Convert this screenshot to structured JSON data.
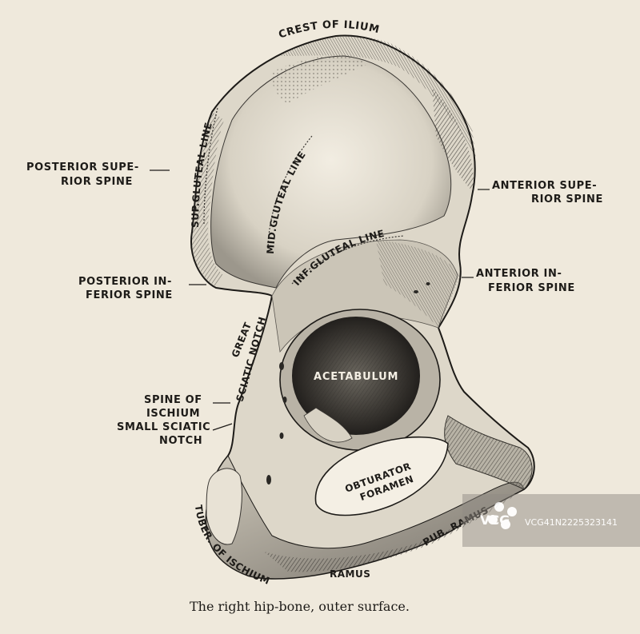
{
  "labels": {
    "crest_of_ilium": "CREST OF ILIUM",
    "sup_gluteal_line": "SUP.GLUTEAL LINE",
    "mid_gluteal_line": "MID.GLUTEAL LINE",
    "inf_gluteal_line": "INF.GLUTEAL LINE",
    "posterior_superior_spine": [
      "POSTERIOR SUPE-",
      "RIOR SPINE"
    ],
    "anterior_superior_spine": [
      "ANTERIOR SUPE-",
      "RIOR SPINE"
    ],
    "posterior_inferior_spine": [
      "POSTERIOR IN-",
      "FERIOR SPINE"
    ],
    "anterior_inferior_spine": [
      "ANTERIOR IN-",
      "FERIOR SPINE"
    ],
    "great_sciatic_notch": [
      "GREAT",
      "SCIATIC NOTCH"
    ],
    "spine_of_ischium": [
      "SPINE OF",
      "ISCHIUM"
    ],
    "small_sciatic_notch": [
      "SMALL SCIATIC",
      "NOTCH"
    ],
    "acetabulum": "ACETABULUM",
    "obturator_foramen": [
      "OBTURATOR",
      "FORAMEN"
    ],
    "tuber_of_ischium": "TUBER. OF ISCHIUM",
    "ramus": "RAMUS",
    "pub_ramus": "PUB. RAMUS"
  },
  "caption": "The right hip-bone, outer surface.",
  "watermark": {
    "brand": "VCG",
    "id": "VCG41N2225323141"
  },
  "colors": {
    "paper": "#efe9dc",
    "ink": "#1d1b18",
    "bone_light": "#e6e0d2",
    "bone_mid": "#bdb7aa",
    "bone_dark": "#6f6b63"
  }
}
